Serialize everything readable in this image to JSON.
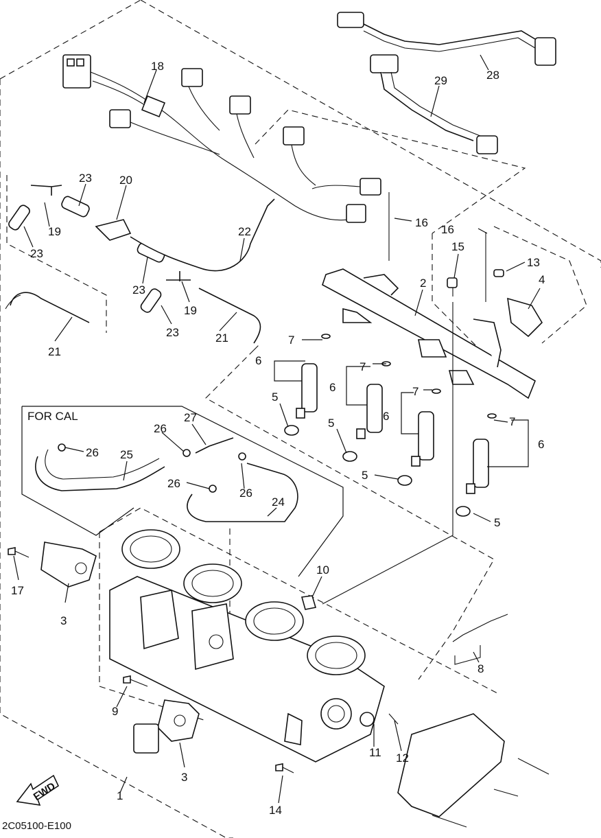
{
  "callouts": {
    "c1": "1",
    "c2": "2",
    "c3a": "3",
    "c3b": "3",
    "c4": "4",
    "c5a": "5",
    "c5b": "5",
    "c5c": "5",
    "c5d": "5",
    "c6a": "6",
    "c6b": "6",
    "c6c": "6",
    "c6d": "6",
    "c7a": "7",
    "c7b": "7",
    "c7c": "7",
    "c7d": "7",
    "c8": "8",
    "c9": "9",
    "c10": "10",
    "c11": "11",
    "c12": "12",
    "c13": "13",
    "c14": "14",
    "c15": "15",
    "c16a": "16",
    "c16b": "16",
    "c17": "17",
    "c18": "18",
    "c19a": "19",
    "c19b": "19",
    "c20": "20",
    "c21a": "21",
    "c21b": "21",
    "c22": "22",
    "c23a": "23",
    "c23b": "23",
    "c23c": "23",
    "c23d": "23",
    "c24": "24",
    "c25": "25",
    "c26a": "26",
    "c26b": "26",
    "c26c": "26",
    "c26d": "26",
    "c27": "27",
    "c28": "28",
    "c29": "29"
  },
  "for_cal_label": "FOR CAL",
  "fwd_label": "FWD",
  "diagram_code": "2C05100-E100"
}
